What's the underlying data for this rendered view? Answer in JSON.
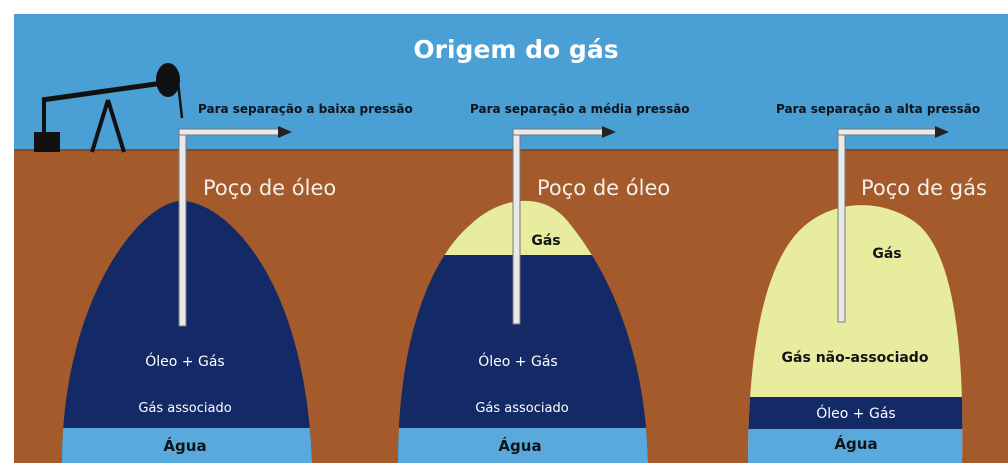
{
  "title": "Origem do gás",
  "colors": {
    "sky": "#4a9fd4",
    "ground": "#a45a2b",
    "oil": "#142a66",
    "gas": "#e8ec9e",
    "water": "#5aa9dc",
    "pipe": "#e9e9e9",
    "title_text": "#ffffff",
    "dark_text": "#101418"
  },
  "wells": [
    {
      "separation_label": "Para separação a baixa pressão",
      "well_label": "Poço de óleo",
      "zones": {
        "oil_gas": "Óleo + Gás",
        "associated": "Gás associado",
        "water": "Água"
      }
    },
    {
      "separation_label": "Para separação a média pressão",
      "well_label": "Poço de óleo",
      "zones": {
        "gas_cap": "Gás",
        "oil_gas": "Óleo + Gás",
        "associated": "Gás associado",
        "water": "Água"
      }
    },
    {
      "separation_label": "Para separação a alta pressão",
      "well_label": "Poço de gás",
      "zones": {
        "gas": "Gás",
        "non_associated": "Gás não-associado",
        "oil_gas": "Óleo + Gás",
        "water": "Água"
      }
    }
  ],
  "icons": [
    "pumpjack-icon",
    "arrow-right-icon"
  ]
}
